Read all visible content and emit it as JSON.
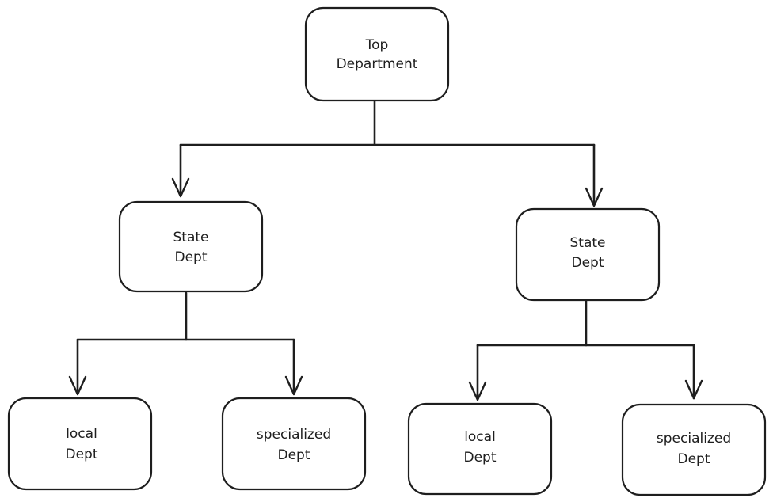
{
  "diagram": {
    "top": {
      "line1": "Top",
      "line2": "Department"
    },
    "state_left": {
      "line1": "State",
      "line2": "Dept"
    },
    "state_right": {
      "line1": "State",
      "line2": "Dept"
    },
    "local_left": {
      "line1": "local",
      "line2": "Dept"
    },
    "specialized_left": {
      "line1": "specialized",
      "line2": "Dept"
    },
    "local_right": {
      "line1": "local",
      "line2": "Dept"
    },
    "specialized_right": {
      "line1": "specialized",
      "line2": "Dept"
    }
  },
  "colors": {
    "stroke": "#1e1e1e",
    "background": "#ffffff"
  }
}
